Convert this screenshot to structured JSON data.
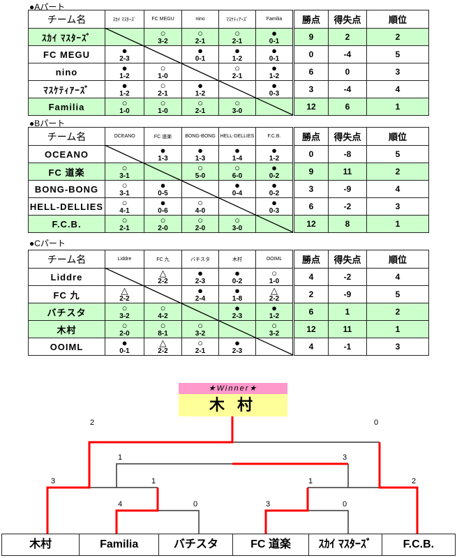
{
  "parts": [
    {
      "label": "●Aパート",
      "name_header": "チーム名",
      "columns": [
        "ｽｶｲ ﾏｽﾀｰｽﾞ",
        "FC MEGU",
        "nino",
        "ﾏｽｹﾃｨｱｰｽﾞ",
        "Familia"
      ],
      "stat_headers": [
        "勝点",
        "得失点",
        "順位"
      ],
      "rows": [
        {
          "name": "ｽｶｲ ﾏｽﾀｰｽﾞ",
          "highlight": true,
          "results": [
            null,
            {
              "mark": "○",
              "score": "3-2"
            },
            {
              "mark": "○",
              "score": "2-1"
            },
            {
              "mark": "○",
              "score": "2-1"
            },
            {
              "mark": "●",
              "score": "0-1"
            }
          ],
          "points": "9",
          "diff": "2",
          "rank": "2"
        },
        {
          "name": "FC MEGU",
          "highlight": false,
          "results": [
            {
              "mark": "●",
              "score": "2-3"
            },
            null,
            {
              "mark": "●",
              "score": "0-1"
            },
            {
              "mark": "●",
              "score": "1-2"
            },
            {
              "mark": "●",
              "score": "0-1"
            }
          ],
          "points": "0",
          "diff": "-4",
          "rank": "5"
        },
        {
          "name": "nino",
          "highlight": false,
          "results": [
            {
              "mark": "●",
              "score": "1-2"
            },
            {
              "mark": "○",
              "score": "1-0"
            },
            null,
            {
              "mark": "○",
              "score": "2-1"
            },
            {
              "mark": "●",
              "score": "1-2"
            }
          ],
          "points": "6",
          "diff": "0",
          "rank": "3"
        },
        {
          "name": "ﾏｽｹﾃｨｱｰｽﾞ",
          "highlight": false,
          "results": [
            {
              "mark": "●",
              "score": "1-2"
            },
            {
              "mark": "○",
              "score": "2-1"
            },
            {
              "mark": "●",
              "score": "1-2"
            },
            null,
            {
              "mark": "●",
              "score": "0-3"
            }
          ],
          "points": "3",
          "diff": "-4",
          "rank": "4"
        },
        {
          "name": "Familia",
          "highlight": true,
          "results": [
            {
              "mark": "○",
              "score": "1-0"
            },
            {
              "mark": "○",
              "score": "1-0"
            },
            {
              "mark": "○",
              "score": "2-1"
            },
            {
              "mark": "○",
              "score": "3-0"
            },
            null
          ],
          "points": "12",
          "diff": "6",
          "rank": "1"
        }
      ]
    },
    {
      "label": "●Bパート",
      "name_header": "チーム名",
      "columns": [
        "OCEANO",
        "FC 道楽",
        "BONG-BONG",
        "HELL-DELLIES",
        "F.C.B."
      ],
      "stat_headers": [
        "勝点",
        "得失点",
        "順位"
      ],
      "rows": [
        {
          "name": "OCEANO",
          "highlight": false,
          "results": [
            null,
            {
              "mark": "●",
              "score": "1-3"
            },
            {
              "mark": "●",
              "score": "1-3"
            },
            {
              "mark": "●",
              "score": "1-4"
            },
            {
              "mark": "●",
              "score": "1-2"
            }
          ],
          "points": "0",
          "diff": "-8",
          "rank": "5"
        },
        {
          "name": "FC 道楽",
          "highlight": true,
          "results": [
            {
              "mark": "○",
              "score": "3-1"
            },
            null,
            {
              "mark": "○",
              "score": "5-0"
            },
            {
              "mark": "○",
              "score": "6-0"
            },
            {
              "mark": "●",
              "score": "0-2"
            }
          ],
          "points": "9",
          "diff": "11",
          "rank": "2"
        },
        {
          "name": "BONG-BONG",
          "highlight": false,
          "results": [
            {
              "mark": "○",
              "score": "3-1"
            },
            {
              "mark": "●",
              "score": "0-5"
            },
            null,
            {
              "mark": "●",
              "score": "0-4"
            },
            {
              "mark": "●",
              "score": "0-2"
            }
          ],
          "points": "3",
          "diff": "-9",
          "rank": "4"
        },
        {
          "name": "HELL-DELLIES",
          "highlight": false,
          "results": [
            {
              "mark": "○",
              "score": "4-1"
            },
            {
              "mark": "●",
              "score": "0-6"
            },
            {
              "mark": "○",
              "score": "4-0"
            },
            null,
            {
              "mark": "●",
              "score": "0-3"
            }
          ],
          "points": "6",
          "diff": "-2",
          "rank": "3"
        },
        {
          "name": "F.C.B.",
          "highlight": true,
          "results": [
            {
              "mark": "○",
              "score": "2-1"
            },
            {
              "mark": "○",
              "score": "2-0"
            },
            {
              "mark": "○",
              "score": "2-0"
            },
            {
              "mark": "○",
              "score": "3-0"
            },
            null
          ],
          "points": "12",
          "diff": "8",
          "rank": "1"
        }
      ]
    },
    {
      "label": "●Cパート",
      "name_header": "チーム名",
      "columns": [
        "Liddre",
        "FC 九",
        "バチスタ",
        "木村",
        "OOIML"
      ],
      "stat_headers": [
        "勝点",
        "得失点",
        "順位"
      ],
      "rows": [
        {
          "name": "Liddre",
          "highlight": false,
          "results": [
            null,
            {
              "mark": "△",
              "score": "2-2"
            },
            {
              "mark": "●",
              "score": "2-3"
            },
            {
              "mark": "●",
              "score": "0-2"
            },
            {
              "mark": "○",
              "score": "1-0"
            }
          ],
          "points": "4",
          "diff": "-2",
          "rank": "4"
        },
        {
          "name": "FC 九",
          "highlight": false,
          "results": [
            {
              "mark": "△",
              "score": "2-2"
            },
            null,
            {
              "mark": "●",
              "score": "2-4"
            },
            {
              "mark": "●",
              "score": "1-8"
            },
            {
              "mark": "△",
              "score": "2-2"
            }
          ],
          "points": "2",
          "diff": "-9",
          "rank": "5"
        },
        {
          "name": "バチスタ",
          "highlight": true,
          "results": [
            {
              "mark": "○",
              "score": "3-2"
            },
            {
              "mark": "○",
              "score": "4-2"
            },
            null,
            {
              "mark": "●",
              "score": "2-3"
            },
            {
              "mark": "●",
              "score": "1-2"
            }
          ],
          "points": "6",
          "diff": "1",
          "rank": "2"
        },
        {
          "name": "木村",
          "highlight": true,
          "results": [
            {
              "mark": "○",
              "score": "2-0"
            },
            {
              "mark": "○",
              "score": "8-1"
            },
            {
              "mark": "○",
              "score": "3-2"
            },
            null,
            {
              "mark": "○",
              "score": "3-2"
            }
          ],
          "points": "12",
          "diff": "11",
          "rank": "1"
        },
        {
          "name": "OOIML",
          "highlight": false,
          "results": [
            {
              "mark": "●",
              "score": "0-1"
            },
            {
              "mark": "△",
              "score": "2-2"
            },
            {
              "mark": "○",
              "score": "2-1"
            },
            {
              "mark": "●",
              "score": "2-3"
            },
            null
          ],
          "points": "4",
          "diff": "-1",
          "rank": "3"
        }
      ]
    }
  ],
  "tournament": {
    "winner_label": "★Winner★",
    "winner": "木 村",
    "teams": [
      "木村",
      "Familia",
      "バチスタ",
      "FC 道楽",
      "ｽｶｲ ﾏｽﾀｰｽﾞ",
      "F.C.B."
    ],
    "scores": {
      "final_left": "2",
      "final_right": "0",
      "semi_left": "1",
      "semi_right": "3",
      "qf_kimura": "3",
      "qf_left_winner": "1",
      "qf_right_winner": "1",
      "qf_fcb": "2",
      "r1_familia": "4",
      "r1_bachisuta": "0",
      "r1_fcdouraku": "3",
      "r1_sky": "0"
    },
    "winner_line_color": "#ff0000"
  },
  "colors": {
    "highlight_row": "#ccffcc",
    "winner_label_bg": "#ff99cc",
    "winner_bg": "#ffff99"
  }
}
